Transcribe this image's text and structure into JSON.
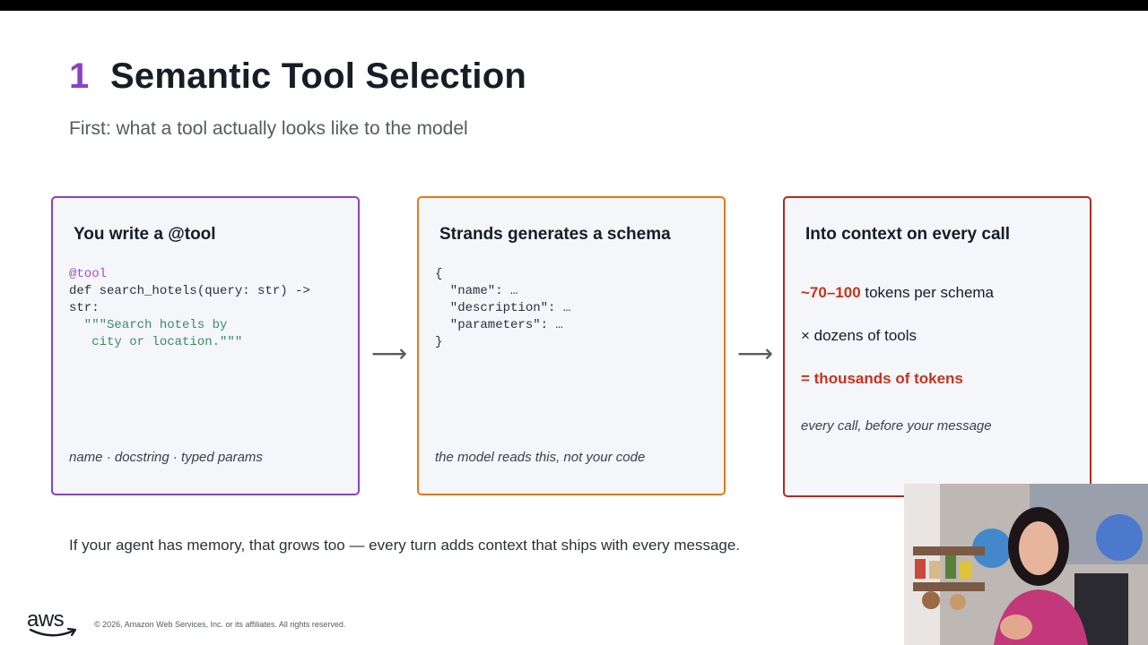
{
  "slide": {
    "number": "1",
    "title": "Semantic Tool Selection",
    "subtitle": "First: what a tool actually looks like to the model",
    "bottom_text": "If your agent has memory, that grows too — every turn adds context that ships with every message."
  },
  "cards": {
    "write_tool": {
      "title": "You write a @tool",
      "code_decorator": "@tool",
      "code_def": "def search_hotels(query: str) ->\nstr:",
      "code_docstring": "  \"\"\"Search hotels by\n   city or location.\"\"\"",
      "footer": "name · docstring · typed params"
    },
    "schema": {
      "title": "Strands generates a schema",
      "code": "{\n  \"name\": …\n  \"description\": …\n  \"parameters\": …\n}",
      "footer": "the model reads this, not your code"
    },
    "context": {
      "title": "Into context on every call",
      "line1_accent": "~70–100",
      "line1_rest": " tokens per schema",
      "line2": "× dozens of tools",
      "line3": "= thousands of tokens",
      "note": "every call, before your message"
    }
  },
  "arrows": {
    "arrow1": "⟶",
    "arrow2": "⟶"
  },
  "footer": {
    "logo_text": "aws",
    "copyright": "© 2026, Amazon Web Services, Inc. or its affiliates. All rights reserved."
  },
  "colors": {
    "accent_purple": "#8a42c6",
    "accent_orange": "#e47911",
    "accent_red": "#c7321d"
  },
  "icons": {
    "flow_arrow": "right-arrow-icon",
    "aws_smile": "aws-smile-icon"
  }
}
